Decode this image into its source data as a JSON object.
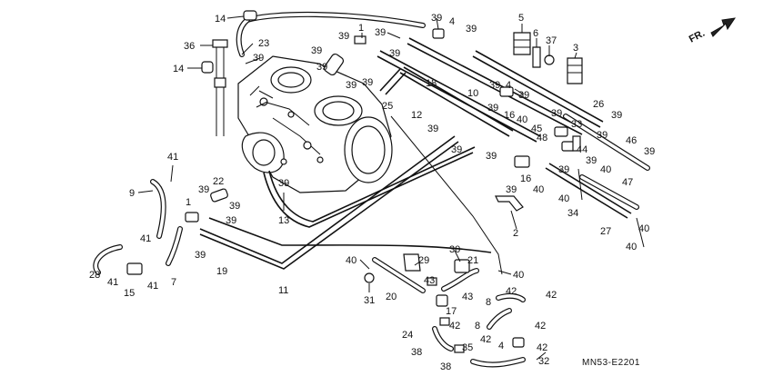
{
  "diagram": {
    "drawing_code": "MN53-E2201",
    "direction_label": "FR.",
    "callouts": [
      {
        "id": "c14a",
        "text": "14"
      },
      {
        "id": "c36",
        "text": "36"
      },
      {
        "id": "c14b",
        "text": "14"
      },
      {
        "id": "c23",
        "text": "23"
      },
      {
        "id": "c39a",
        "text": "39"
      },
      {
        "id": "c1a",
        "text": "1"
      },
      {
        "id": "c39b",
        "text": "39"
      },
      {
        "id": "c39c",
        "text": "39"
      },
      {
        "id": "c39d",
        "text": "39"
      },
      {
        "id": "c39e",
        "text": "39"
      },
      {
        "id": "c39f",
        "text": "39"
      },
      {
        "id": "c4a",
        "text": "4"
      },
      {
        "id": "c39g",
        "text": "39"
      },
      {
        "id": "c5",
        "text": "5"
      },
      {
        "id": "c6",
        "text": "6"
      },
      {
        "id": "c37",
        "text": "37"
      },
      {
        "id": "c3",
        "text": "3"
      },
      {
        "id": "c39h",
        "text": "39"
      },
      {
        "id": "c39i",
        "text": "39"
      },
      {
        "id": "c39j",
        "text": "39"
      },
      {
        "id": "c18",
        "text": "18"
      },
      {
        "id": "c39k",
        "text": "39"
      },
      {
        "id": "c4b",
        "text": "4"
      },
      {
        "id": "c10",
        "text": "10"
      },
      {
        "id": "c25",
        "text": "25"
      },
      {
        "id": "c39l",
        "text": "39"
      },
      {
        "id": "c26",
        "text": "26"
      },
      {
        "id": "c12",
        "text": "12"
      },
      {
        "id": "c39m",
        "text": "39"
      },
      {
        "id": "c39n",
        "text": "39"
      },
      {
        "id": "c16a",
        "text": "16"
      },
      {
        "id": "c40a",
        "text": "40"
      },
      {
        "id": "c39o",
        "text": "39"
      },
      {
        "id": "c45",
        "text": "45"
      },
      {
        "id": "c33",
        "text": "33"
      },
      {
        "id": "c39p",
        "text": "39"
      },
      {
        "id": "c39q",
        "text": "39"
      },
      {
        "id": "c48",
        "text": "48"
      },
      {
        "id": "c44",
        "text": "44"
      },
      {
        "id": "c46",
        "text": "46"
      },
      {
        "id": "c39r",
        "text": "39"
      },
      {
        "id": "c39s",
        "text": "39"
      },
      {
        "id": "c39t",
        "text": "39"
      },
      {
        "id": "c39u",
        "text": "39"
      },
      {
        "id": "c39v",
        "text": "39"
      },
      {
        "id": "c16b",
        "text": "16"
      },
      {
        "id": "c40b",
        "text": "40"
      },
      {
        "id": "c40c",
        "text": "40"
      },
      {
        "id": "c40d",
        "text": "40"
      },
      {
        "id": "c47",
        "text": "47"
      },
      {
        "id": "c39w",
        "text": "39"
      },
      {
        "id": "c34",
        "text": "34"
      },
      {
        "id": "c40e",
        "text": "40"
      },
      {
        "id": "c27",
        "text": "27"
      },
      {
        "id": "c40f",
        "text": "40"
      },
      {
        "id": "c2",
        "text": "2"
      },
      {
        "id": "c41a",
        "text": "41"
      },
      {
        "id": "c9",
        "text": "9"
      },
      {
        "id": "c39x",
        "text": "39"
      },
      {
        "id": "c22",
        "text": "22"
      },
      {
        "id": "c39y",
        "text": "39"
      },
      {
        "id": "c39z",
        "text": "39"
      },
      {
        "id": "c13",
        "text": "13"
      },
      {
        "id": "c1b",
        "text": "1"
      },
      {
        "id": "c39aa",
        "text": "39"
      },
      {
        "id": "c41b",
        "text": "41"
      },
      {
        "id": "c39ab",
        "text": "39"
      },
      {
        "id": "c19",
        "text": "19"
      },
      {
        "id": "c28",
        "text": "28"
      },
      {
        "id": "c41c",
        "text": "41"
      },
      {
        "id": "c15",
        "text": "15"
      },
      {
        "id": "c41d",
        "text": "41"
      },
      {
        "id": "c7",
        "text": "7"
      },
      {
        "id": "c11",
        "text": "11"
      },
      {
        "id": "c40g",
        "text": "40"
      },
      {
        "id": "c29",
        "text": "29"
      },
      {
        "id": "c30",
        "text": "30"
      },
      {
        "id": "c21",
        "text": "21"
      },
      {
        "id": "c40h",
        "text": "40"
      },
      {
        "id": "c31",
        "text": "31"
      },
      {
        "id": "c20",
        "text": "20"
      },
      {
        "id": "c43a",
        "text": "43"
      },
      {
        "id": "c43b",
        "text": "43"
      },
      {
        "id": "c17",
        "text": "17"
      },
      {
        "id": "c42a",
        "text": "42"
      },
      {
        "id": "c8a",
        "text": "8"
      },
      {
        "id": "c42b",
        "text": "42"
      },
      {
        "id": "c42c",
        "text": "42"
      },
      {
        "id": "c8b",
        "text": "8"
      },
      {
        "id": "c42d",
        "text": "42"
      },
      {
        "id": "c24",
        "text": "24"
      },
      {
        "id": "c42e",
        "text": "42"
      },
      {
        "id": "c4c",
        "text": "4"
      },
      {
        "id": "c42f",
        "text": "42"
      },
      {
        "id": "c38a",
        "text": "38"
      },
      {
        "id": "c35",
        "text": "35"
      },
      {
        "id": "c38b",
        "text": "38"
      },
      {
        "id": "c32",
        "text": "32"
      }
    ]
  }
}
